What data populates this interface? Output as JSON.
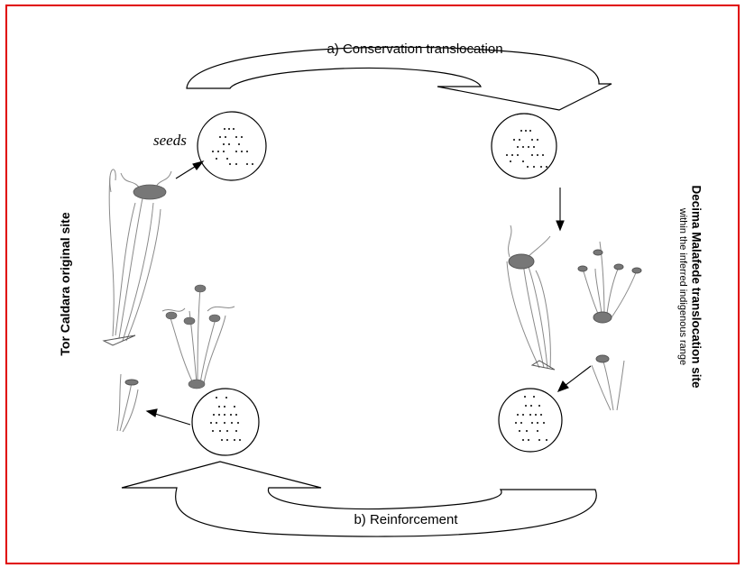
{
  "colors": {
    "frame_border": "#e00000",
    "stroke": "#000000",
    "plant_stem": "#8a8a8a",
    "plant_flower": "#777777"
  },
  "labels": {
    "conservation": "a) Conservation translocation",
    "reinforcement": "b) Reinforcement",
    "seeds": "seeds",
    "original_site": "Tor Caldara original site",
    "translocation_site": "Decima Malafede translocation site",
    "translocation_site_sub": "within the inferred indigenous range"
  },
  "icons": [
    "seed-circle",
    "arrow",
    "curved-arrow",
    "plant-illustration"
  ]
}
